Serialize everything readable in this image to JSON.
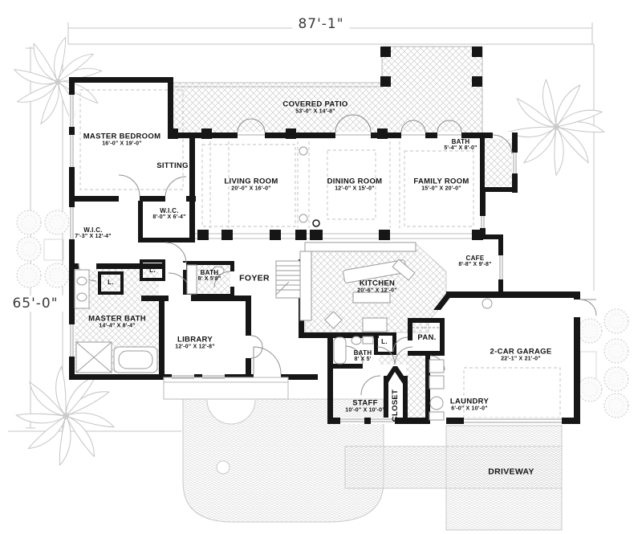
{
  "plan": {
    "overall_width": "87'-1\"",
    "overall_height": "65'-0\"",
    "linen_label": "L.",
    "site": {
      "driveway": "DRIVEWAY"
    },
    "rooms": [
      {
        "id": "master-bedroom",
        "name": "MASTER BEDROOM",
        "dims": "16'-0\" X 19'-0\""
      },
      {
        "id": "sitting",
        "name": "SITTING",
        "dims": ""
      },
      {
        "id": "covered-patio",
        "name": "COVERED PATIO",
        "dims": "53'-0\" X 14'-8\""
      },
      {
        "id": "living-room",
        "name": "LIVING ROOM",
        "dims": "20'-0\" X 16'-0\""
      },
      {
        "id": "dining-room",
        "name": "DINING ROOM",
        "dims": "12'-0\" X 15'-0\""
      },
      {
        "id": "family-room",
        "name": "FAMILY ROOM",
        "dims": "15'-0\" X 20'-0\""
      },
      {
        "id": "cabana-bath",
        "name": "BATH",
        "dims": "5'-4\" X 8'-0\""
      },
      {
        "id": "wic-1",
        "name": "W.I.C.",
        "dims": "8'-0\" X 6'-4\""
      },
      {
        "id": "wic-2",
        "name": "W.I.C.",
        "dims": "7'-3\" X 12'-4\""
      },
      {
        "id": "master-bath",
        "name": "MASTER BATH",
        "dims": "14'-4\" X 8'-4\""
      },
      {
        "id": "bath-2",
        "name": "BATH",
        "dims": "8' X 5'8\""
      },
      {
        "id": "foyer",
        "name": "FOYER",
        "dims": ""
      },
      {
        "id": "library",
        "name": "LIBRARY",
        "dims": "12'-0\" X 12'-8\""
      },
      {
        "id": "kitchen",
        "name": "KITCHEN",
        "dims": "20'-6\" X 12'-0\""
      },
      {
        "id": "cafe",
        "name": "CAFE",
        "dims": "8'-8\" X 9'-8\""
      },
      {
        "id": "pantry",
        "name": "PAN.",
        "dims": ""
      },
      {
        "id": "bath-3",
        "name": "BATH",
        "dims": "8' X 5'"
      },
      {
        "id": "staff",
        "name": "STAFF",
        "dims": "10'-0\" X 10'-0\""
      },
      {
        "id": "closet",
        "name": "CLOSET",
        "dims": ""
      },
      {
        "id": "laundry",
        "name": "LAUNDRY",
        "dims": "6'-0\" X 10'-0\""
      },
      {
        "id": "garage",
        "name": "2-CAR GARAGE",
        "dims": "22'-1\" X 21'-0\""
      }
    ]
  }
}
